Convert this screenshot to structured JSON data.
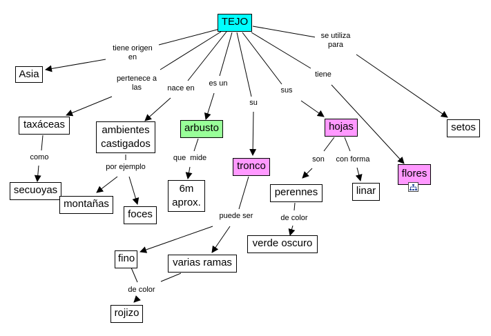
{
  "concept_map": {
    "colors": {
      "root": "#00FFFF",
      "green": "#99FF99",
      "pink": "#FF99FF",
      "default": "#FFFFFF"
    },
    "nodes": {
      "tejo": "TEJO",
      "asia": "Asia",
      "taxaceas": "taxáceas",
      "secuoyas": "secuoyas",
      "ambientes": "ambientes castigados",
      "montanas": "montañas",
      "foces": "foces",
      "arbusto": "arbusto",
      "seis_m": "6m aprox.",
      "tronco": "tronco",
      "fino": "fino",
      "varias_ramas": "varias ramas",
      "rojizo": "rojizo",
      "hojas": "hojas",
      "perennes": "perennes",
      "linar": "linar",
      "verde_oscuro": "verde oscuro",
      "flores": "flores",
      "setos": "setos"
    },
    "links": {
      "tiene_origen": "tiene origen en",
      "pertenece": "pertenece a las",
      "nace_en": "nace en",
      "es_un": "es un",
      "su": "su",
      "sus": "sus",
      "tiene": "tiene",
      "se_utiliza": "se utiliza para",
      "como": "como",
      "por_ejemplo": "por ejemplo",
      "que_mide": "que  mide",
      "puede_ser": "puede ser",
      "de_color_tronco": "de color",
      "son": "son",
      "con_forma": "con forma",
      "de_color_hojas": "de color"
    },
    "submap_icon": "submap-icon"
  }
}
